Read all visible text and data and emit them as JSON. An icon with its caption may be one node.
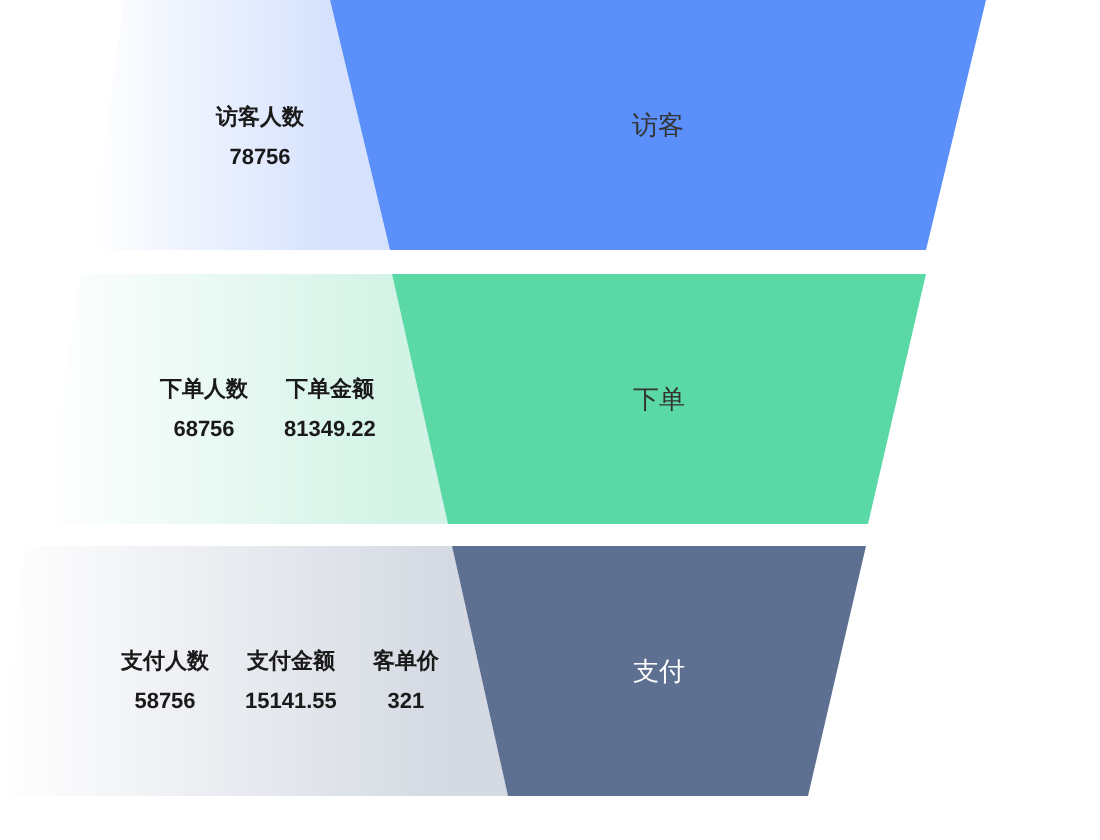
{
  "diagram": {
    "nodes": [
      {
        "text": [
          "访客人数",
          "78756"
        ]
      },
      {
        "text": [
          "访客"
        ]
      },
      {
        "text": [
          "下单人数",
          "68756",
          "下单金额",
          "81349.22"
        ]
      },
      {
        "text": [
          "下单"
        ]
      },
      {
        "text": [
          "支付人数",
          "58756",
          "支付金额",
          "15141.55",
          "客单价",
          "321"
        ]
      },
      {
        "text": [
          "支付"
        ]
      }
    ]
  }
}
